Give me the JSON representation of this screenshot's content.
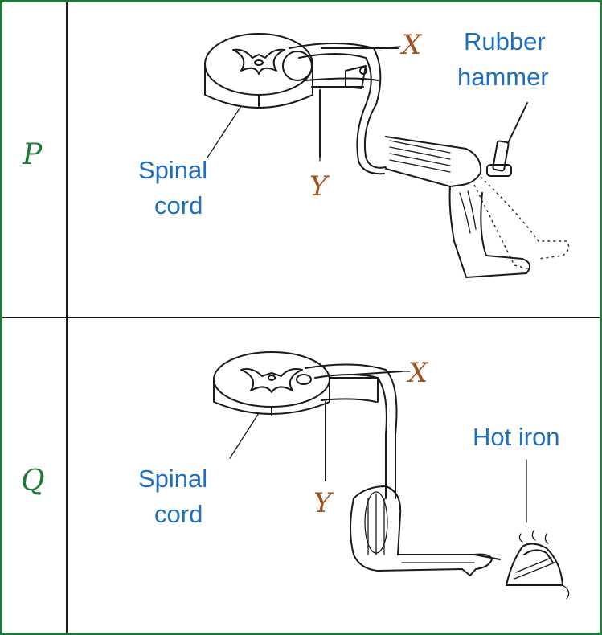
{
  "rows": [
    {
      "label": "P",
      "spinal_cord_label": [
        "Spinal",
        "cord"
      ],
      "x_label": "X",
      "y_label": "Y",
      "stimulus_label": [
        "Rubber",
        "hammer"
      ]
    },
    {
      "label": "Q",
      "spinal_cord_label": [
        "Spinal",
        "cord"
      ],
      "x_label": "X",
      "y_label": "Y",
      "stimulus_label": [
        "Hot iron"
      ]
    }
  ],
  "colors": {
    "border": "#1f7a3a",
    "row_label": "#1f7a3a",
    "blue_label": "#1f6fbf",
    "xy_label": "#a0521d",
    "ink": "#1a1a1a"
  },
  "icons": [
    "spinal-cord-cross-section-icon",
    "leg-knee-jerk-icon",
    "rubber-hammer-icon",
    "arm-withdrawal-icon",
    "hot-iron-icon"
  ]
}
